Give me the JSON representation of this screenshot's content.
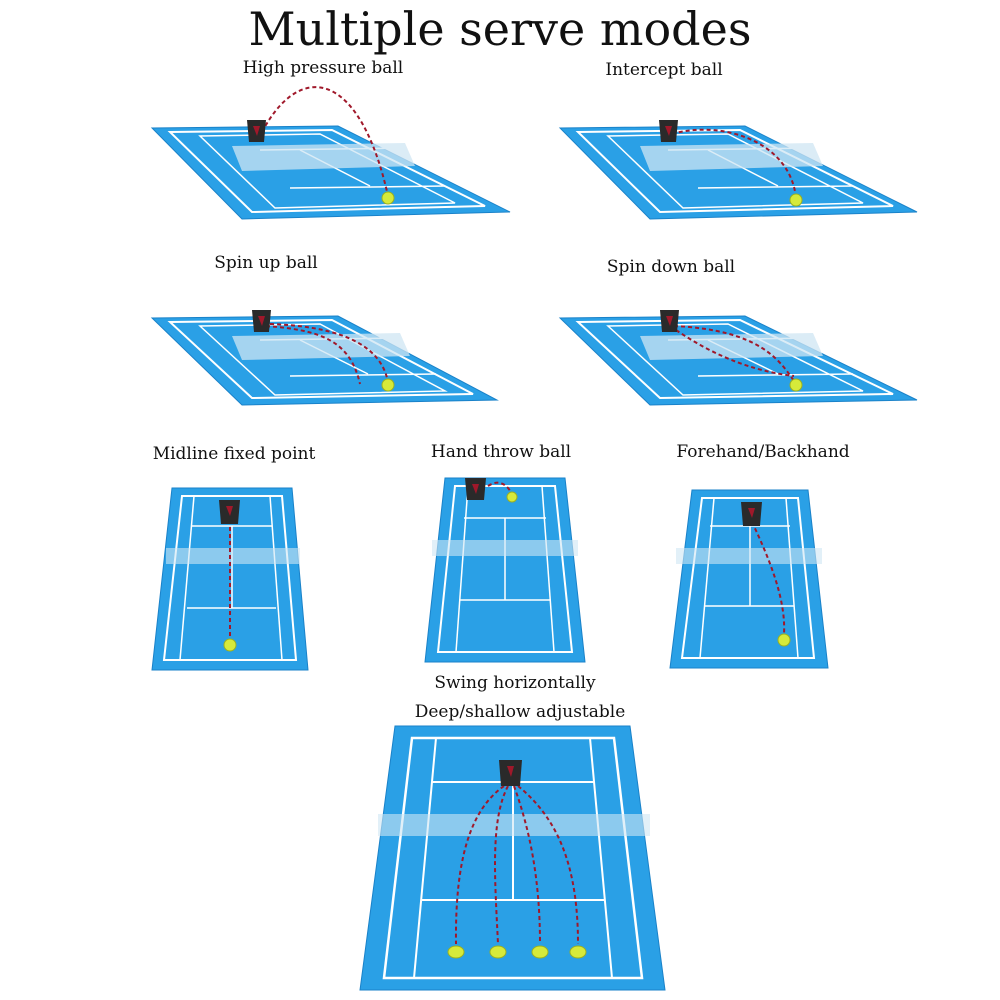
{
  "title": "Multiple serve modes",
  "modes": [
    {
      "label": "High pressure ball"
    },
    {
      "label": "Intercept ball"
    },
    {
      "label": "Spin up ball"
    },
    {
      "label": "Spin down ball"
    },
    {
      "label": "Midline fixed point"
    },
    {
      "label": "Hand throw ball"
    },
    {
      "label": "Forehand/Backhand"
    },
    {
      "label": "Swing horizontally",
      "label2": "Deep/shallow adjustable"
    }
  ],
  "colors": {
    "court": "#2aa0e6",
    "court_edge": "#1677c2",
    "lines": "#ffffff",
    "net": "#cfe6f3",
    "trajectory": "#a0182a",
    "ball": "#d6ea3a",
    "machine": "#2a2a2a"
  },
  "icons": [
    "ball-machine-icon",
    "tennis-ball-icon"
  ]
}
